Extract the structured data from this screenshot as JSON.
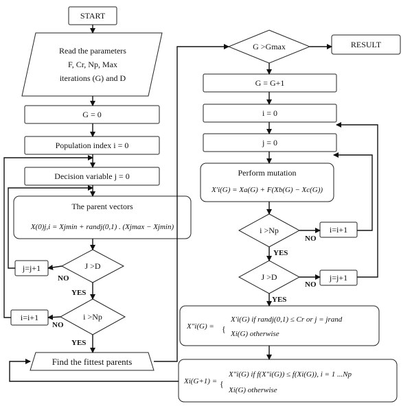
{
  "nodes": {
    "start": "START",
    "read_params": [
      "Read the parameters",
      "F, Cr, Np, Max",
      "iterations (G) and D"
    ],
    "g_zero": "G = 0",
    "pop_index": "Population index i = 0",
    "decision_var": "Decision variable j = 0",
    "parent_vectors_title": "The parent vectors",
    "parent_vectors_formula": "X(0)j,i = Xjmin + randj(0,1) . (Xjmax − Xjmin)",
    "cond_j_d": "J >D",
    "j_inc_left": "j=j+1",
    "cond_i_np_left": "i >Np",
    "i_inc_left": "i=i+1",
    "find_fittest": "Find the fittest parents",
    "cond_g_gmax": "G >Gmax",
    "result": "RESULT",
    "g_inc": "G = G+1",
    "i_zero": "i = 0",
    "j_zero": "j = 0",
    "mutation_title": "Perform mutation",
    "mutation_formula": "X′i(G) = Xa(G) + F(Xb(G) − Xc(G))",
    "cond_i_np_right": "i >Np",
    "i_inc_right": "i=i+1",
    "cond_j_d_right": "J >D",
    "j_inc_right": "j=j+1",
    "crossover_lhs": "X″i(G) =",
    "crossover_case1": "X′i(G) if randj(0,1) ≤ Cr or j = jrand",
    "crossover_case2": "Xi(G)   otherwise",
    "selection_lhs": "Xi(G+1) =",
    "selection_case1": "X″i(G) if f(X″i(G)) ≤ f(Xi(G)), i = 1 ...Np",
    "selection_case2": "Xi(G)   otherwise"
  },
  "edge_labels": {
    "no_j_left": "NO",
    "yes_j_left": "YES",
    "no_i_left": "NO",
    "yes_i_left": "YES",
    "no_i_right": "NO",
    "yes_i_right": "YES",
    "no_j_right": "NO",
    "yes_j_right": "YES"
  }
}
